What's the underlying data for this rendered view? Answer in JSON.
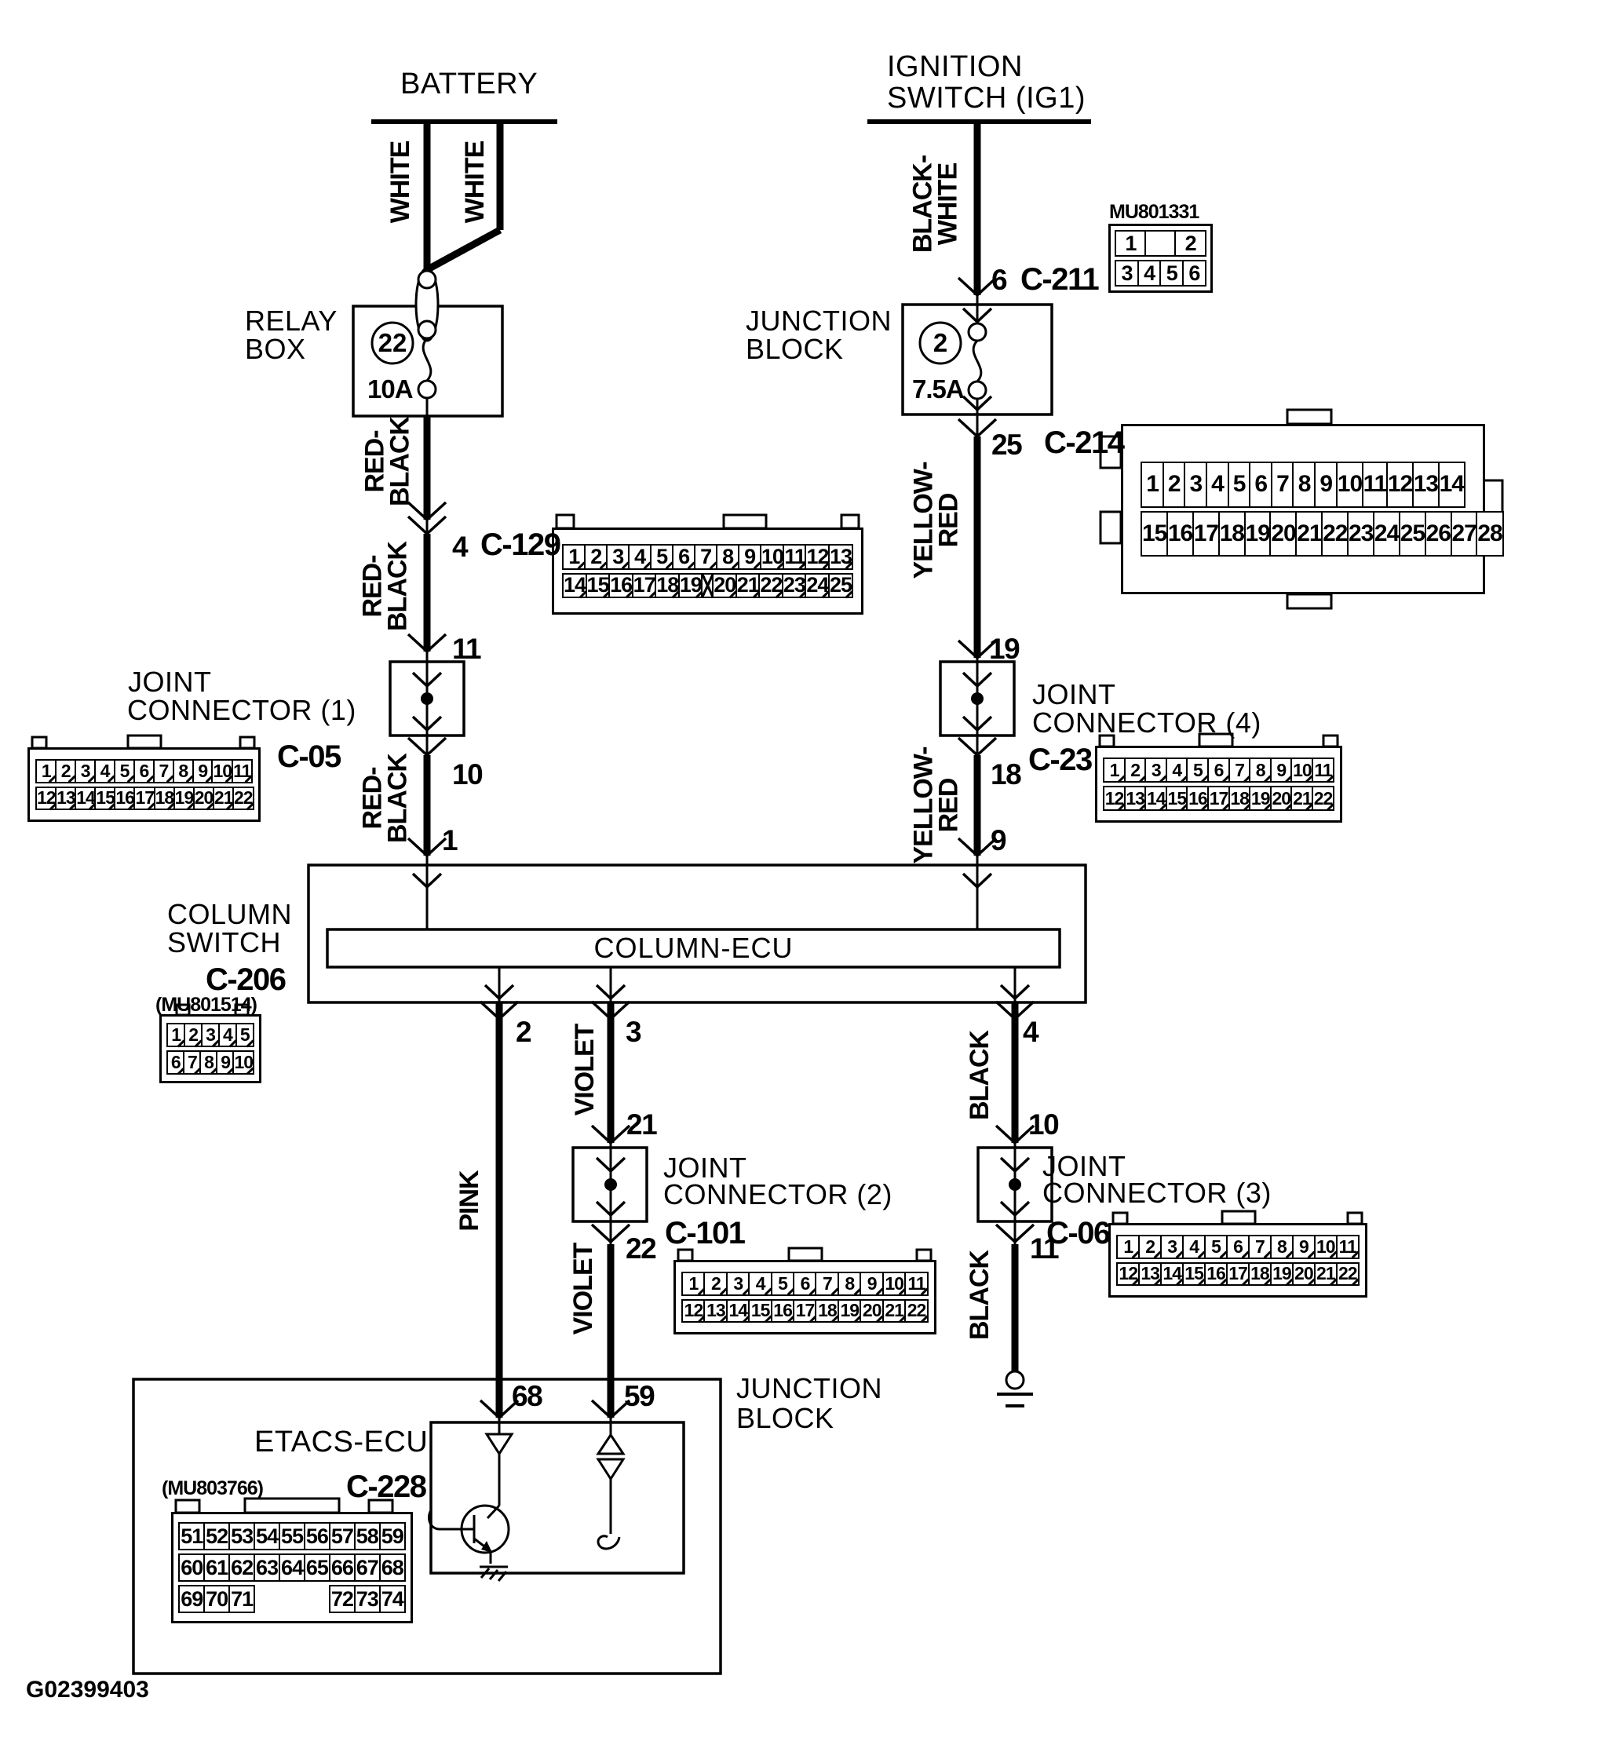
{
  "figure_id": "G02399403",
  "colors": {
    "ink": "#000000",
    "paper": "#ffffff"
  },
  "battery": {
    "label": "BATTERY"
  },
  "ignition": {
    "line1": "IGNITION",
    "line2": "SWITCH (IG1)",
    "pin": "6",
    "connector": "C-211",
    "connector_part": "MU801331"
  },
  "relay_box": {
    "line1": "RELAY",
    "line2": "BOX",
    "fuse_number": "22",
    "fuse_rating": "10A",
    "pin_out": "4",
    "connector_out": "C-129"
  },
  "junction_block_top": {
    "line1": "JUNCTION",
    "line2": "BLOCK",
    "fuse_number": "2",
    "fuse_rating": "7.5A",
    "pin_out": "25",
    "connector_out": "C-214"
  },
  "joint_connector_1": {
    "line1": "JOINT",
    "line2": "CONNECTOR (1)",
    "code": "C-05",
    "pin_in": "11",
    "pin_out": "10"
  },
  "joint_connector_4": {
    "line1": "JOINT",
    "line2": "CONNECTOR (4)",
    "code": "C-23",
    "pin_in": "19",
    "pin_out": "18"
  },
  "column_switch": {
    "line1": "COLUMN",
    "line2": "SWITCH",
    "code": "C-206",
    "part": "(MU801514)",
    "ecu": "COLUMN-ECU",
    "pin_in_left": "1",
    "pin_in_right": "9",
    "pin_out_1": "2",
    "pin_out_2": "3",
    "pin_out_3": "4"
  },
  "joint_connector_2": {
    "line1": "JOINT",
    "line2": "CONNECTOR (2)",
    "code": "C-101",
    "pin_in": "21",
    "pin_out": "22"
  },
  "joint_connector_3": {
    "line1": "JOINT",
    "line2": "CONNECTOR (3)",
    "code": "C-06",
    "pin_in": "10",
    "pin_out": "11"
  },
  "junction_block_bottom": {
    "line1": "JUNCTION",
    "line2": "BLOCK",
    "ecu": "ETACS-ECU",
    "code": "C-228",
    "part": "(MU803766)",
    "pin_left": "68",
    "pin_right": "59"
  },
  "wire_labels": {
    "white_left": "WHITE",
    "white_right": "WHITE",
    "black_white": [
      "BLACK-",
      "WHITE"
    ],
    "red_black": [
      "RED-",
      "BLACK"
    ],
    "yellow_red": [
      "YELLOW-",
      "RED"
    ],
    "pink": "PINK",
    "violet": "VIOLET",
    "black": "BLACK"
  },
  "connectors": {
    "c211": {
      "rows": [
        [
          "1",
          "",
          "2"
        ],
        [
          "3",
          "4",
          "5",
          "6"
        ]
      ]
    },
    "c214": {
      "rows": [
        [
          "1",
          "2",
          "3",
          "4",
          "5",
          "6",
          "7",
          "8",
          "9",
          "10",
          "11",
          "12",
          "13",
          "14"
        ],
        [
          "15",
          "16",
          "17",
          "18",
          "19",
          "20",
          "21",
          "22",
          "23",
          "24",
          "25",
          "26",
          "27",
          "28"
        ]
      ]
    },
    "c129": {
      "rows": [
        [
          "1",
          "2",
          "3",
          "4",
          "5",
          "6",
          "7",
          "8",
          "9",
          "10",
          "11",
          "12",
          "13"
        ],
        [
          "14",
          "15",
          "16",
          "17",
          "18",
          "19",
          "#X",
          "20",
          "21",
          "22",
          "23",
          "24",
          "25"
        ]
      ]
    },
    "c05": {
      "rows": [
        [
          "1",
          "2",
          "3",
          "4",
          "5",
          "6",
          "7",
          "8",
          "9",
          "10",
          "11"
        ],
        [
          "12",
          "13",
          "14",
          "15",
          "16",
          "17",
          "18",
          "19",
          "20",
          "21",
          "22"
        ]
      ]
    },
    "c23": {
      "rows": [
        [
          "1",
          "2",
          "3",
          "4",
          "5",
          "6",
          "7",
          "8",
          "9",
          "10",
          "11"
        ],
        [
          "12",
          "13",
          "14",
          "15",
          "16",
          "17",
          "18",
          "19",
          "20",
          "21",
          "22"
        ]
      ]
    },
    "c101": {
      "rows": [
        [
          "1",
          "2",
          "3",
          "4",
          "5",
          "6",
          "7",
          "8",
          "9",
          "10",
          "11"
        ],
        [
          "12",
          "13",
          "14",
          "15",
          "16",
          "17",
          "18",
          "19",
          "20",
          "21",
          "22"
        ]
      ]
    },
    "c06": {
      "rows": [
        [
          "1",
          "2",
          "3",
          "4",
          "5",
          "6",
          "7",
          "8",
          "9",
          "10",
          "11"
        ],
        [
          "12",
          "13",
          "14",
          "15",
          "16",
          "17",
          "18",
          "19",
          "20",
          "21",
          "22"
        ]
      ]
    },
    "c206": {
      "rows": [
        [
          "1",
          "2",
          "3",
          "4",
          "5"
        ],
        [
          "6",
          "7",
          "8",
          "9",
          "10"
        ]
      ]
    },
    "c228": {
      "rows": [
        [
          "51",
          "52",
          "53",
          "54",
          "55",
          "56",
          "57",
          "58",
          "59"
        ],
        [
          "60",
          "61",
          "62",
          "63",
          "64",
          "65",
          "66",
          "67",
          "68"
        ],
        [
          "69",
          "70",
          "71",
          null,
          null,
          null,
          "72",
          "73",
          "74"
        ]
      ]
    }
  }
}
